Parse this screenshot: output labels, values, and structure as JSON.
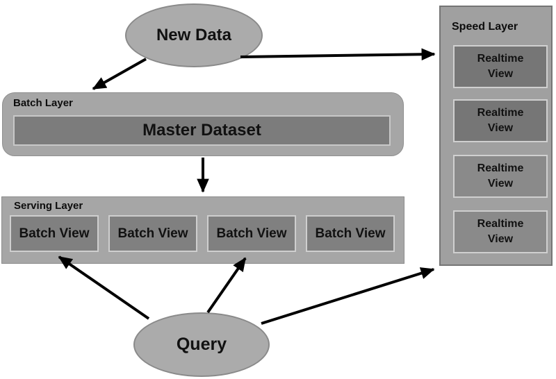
{
  "nodes": {
    "new_data": {
      "label": "New Data"
    },
    "query": {
      "label": "Query"
    }
  },
  "layers": {
    "batch": {
      "title": "Batch Layer",
      "dataset_label": "Master Dataset"
    },
    "serving": {
      "title": "Serving Layer",
      "boxes": [
        "Batch View",
        "Batch View",
        "Batch View",
        "Batch View"
      ]
    },
    "speed": {
      "title": "Speed Layer",
      "boxes": [
        "Realtime View",
        "Realtime View",
        "Realtime View",
        "Realtime View"
      ]
    }
  },
  "arrows": [
    {
      "name": "new-data-to-batch-layer",
      "from": "new-data",
      "to": "batch-layer"
    },
    {
      "name": "new-data-to-speed-layer",
      "from": "new-data",
      "to": "speed-layer"
    },
    {
      "name": "master-dataset-to-serving-layer",
      "from": "master-dataset",
      "to": "serving-layer"
    },
    {
      "name": "query-to-batch-view-1",
      "from": "query",
      "to": "batch-view-1"
    },
    {
      "name": "query-to-batch-view-3",
      "from": "query",
      "to": "batch-view-3"
    },
    {
      "name": "query-to-speed-layer",
      "from": "query",
      "to": "speed-layer"
    }
  ],
  "colors": {
    "page_background": "#ffffff",
    "ellipse_fill": "#ababab",
    "ellipse_border": "#8a8a8a",
    "panel_fill": "#a6a6a6",
    "speed_panel_fill": "#a0a0a0",
    "speed_panel_border": "#757575",
    "inner_box_fill_dark": "#767676",
    "inner_box_fill": "#808080",
    "inner_box_fill_light": "#8a8a8a",
    "master_dataset_fill": "#7c7c7c",
    "inner_box_border": "#cfcfcf",
    "arrow_color": "#000000",
    "text_color": "#111111"
  }
}
